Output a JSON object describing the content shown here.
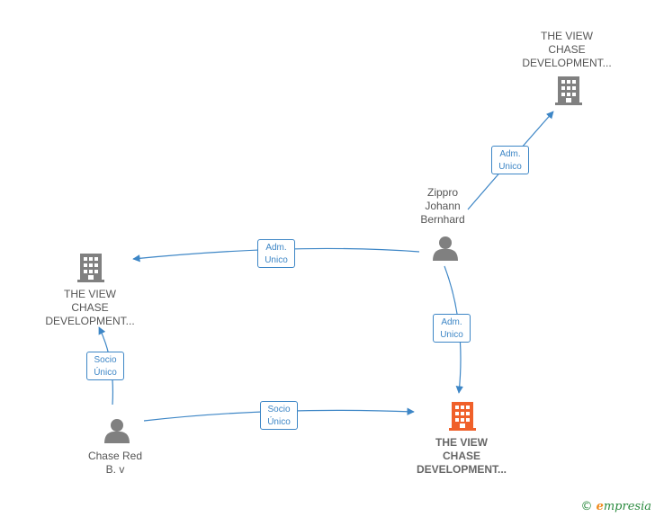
{
  "nodes": {
    "company_top": {
      "lines": [
        "THE VIEW",
        "CHASE",
        "DEVELOPMENT..."
      ],
      "icon": "building-icon",
      "color": "#808080"
    },
    "company_left": {
      "lines": [
        "THE VIEW",
        "CHASE",
        "DEVELOPMENT..."
      ],
      "icon": "building-icon",
      "color": "#808080"
    },
    "company_main": {
      "lines": [
        "THE VIEW",
        "CHASE",
        "DEVELOPMENT..."
      ],
      "icon": "building-icon",
      "color": "#f0602a"
    },
    "person_zippro": {
      "lines": [
        "Zippro",
        "Johann",
        "Bernhard"
      ],
      "icon": "person-icon",
      "color": "#808080"
    },
    "person_chase": {
      "lines": [
        "Chase Red",
        "B. v"
      ],
      "icon": "person-icon",
      "color": "#808080"
    }
  },
  "edges": {
    "zippro_to_top": {
      "line1": "Adm.",
      "line2": "Unico"
    },
    "zippro_to_left": {
      "line1": "Adm.",
      "line2": "Unico"
    },
    "zippro_to_main": {
      "line1": "Adm.",
      "line2": "Unico"
    },
    "chase_to_left": {
      "line1": "Socio",
      "line2": "Único"
    },
    "chase_to_main": {
      "line1": "Socio",
      "line2": "Único"
    }
  },
  "colors": {
    "edge": "#3d86c6"
  },
  "footer": {
    "copyright": "©",
    "brand_initial": "e",
    "brand_rest": "mpresia"
  }
}
